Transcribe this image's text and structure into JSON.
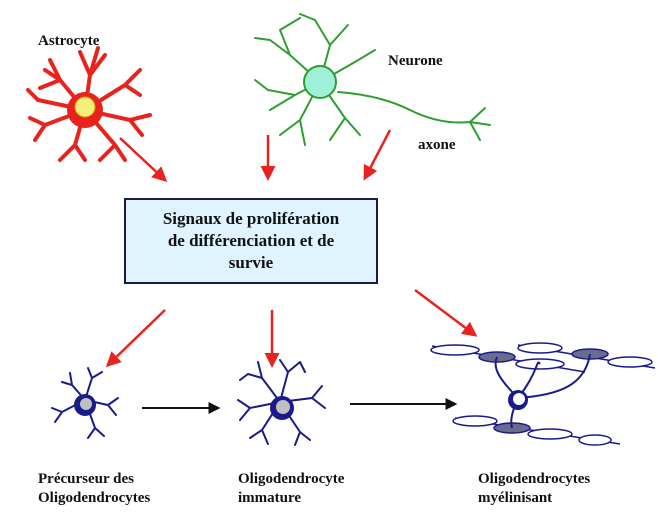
{
  "labels": {
    "astrocyte": "Astrocyte",
    "neurone": "Neurone",
    "axone": "axone"
  },
  "signals_box": {
    "line1": "Signaux de prolifération",
    "line2": "de différenciation et de",
    "line3": "survie"
  },
  "stages": {
    "precursor": {
      "line1": "Précurseur des",
      "line2": "Oligodendrocytes"
    },
    "immature": {
      "line1": "Oligodendrocyte",
      "line2": "immature"
    },
    "myelinating": {
      "line1": "Oligodendrocytes",
      "line2": "myélinisant"
    }
  },
  "colors": {
    "astrocyte": "#e8231e",
    "neuron": "#2e9e2e",
    "neuron_body": "#9ff0d8",
    "oligo": "#1a1a8a",
    "oligo_nucleus": "#c0c0c0",
    "arrow_red": "#e8231e",
    "arrow_black": "#111111",
    "box_fill": "#dff4ff"
  }
}
